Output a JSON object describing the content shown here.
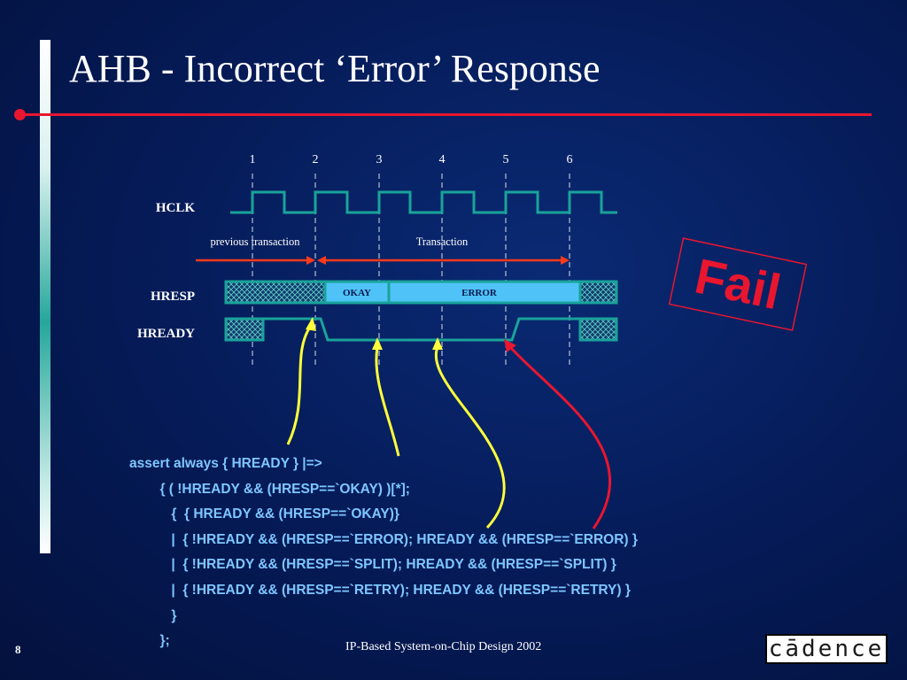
{
  "slide": {
    "title": "AHB - Incorrect ‘Error’ Response",
    "page_number": "8",
    "footer": "IP-Based System-on-Chip Design 2002",
    "logo": "cādence",
    "colors": {
      "accent_red": "#e8162f",
      "code_blue": "#7fc6ff",
      "waveform_teal": "#1aa39a",
      "arrow_yellow": "#ffff3a"
    }
  },
  "diagram": {
    "cycle_labels": [
      "1",
      "2",
      "3",
      "4",
      "5",
      "6"
    ],
    "signals": {
      "hclk": "HCLK",
      "hresp": "HRESP",
      "hready": "HREADY"
    },
    "phase_labels": {
      "previous": "previous transaction",
      "current": "Transaction"
    },
    "hresp_values": {
      "okay": "OKAY",
      "error": "ERROR"
    },
    "stamp": "Fail"
  },
  "code": {
    "lines": [
      "assert always { HREADY } |=>",
      "        { ( !HREADY && (HRESP==`OKAY) )[*];",
      "           {  { HREADY && (HRESP==`OKAY)}",
      "           |  { !HREADY && (HRESP==`ERROR); HREADY && (HRESP==`ERROR) }",
      "           |  { !HREADY && (HRESP==`SPLIT); HREADY && (HRESP==`SPLIT) }",
      "           |  { !HREADY && (HRESP==`RETRY); HREADY && (HRESP==`RETRY) }",
      "           }",
      "        };"
    ]
  }
}
